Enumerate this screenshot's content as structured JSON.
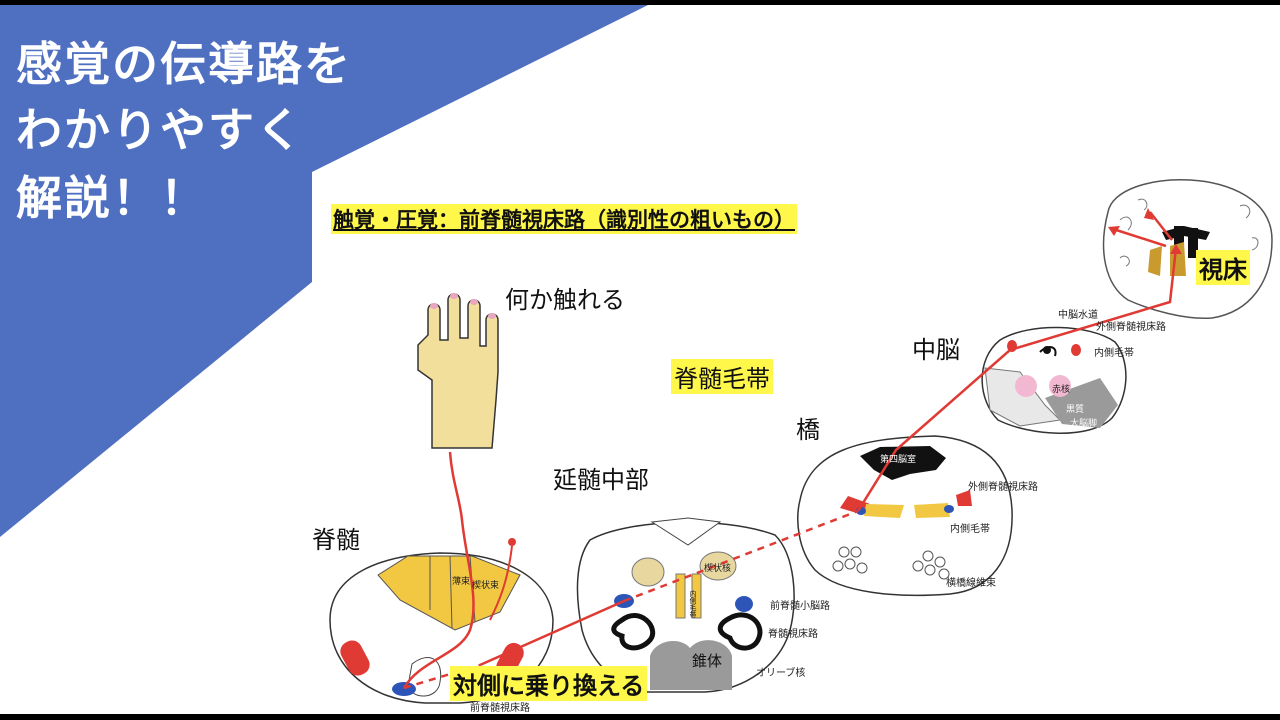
{
  "slide": {
    "title_lines": [
      "感覚の伝導路を",
      "わかりやすく",
      "解説！！"
    ],
    "heading": "触覚・圧覚：前脊髄視床路（識別性の粗いもの）"
  },
  "labels": {
    "touch": "何か触れる",
    "spinal_cord": "脊髄",
    "mid_medulla": "延髄中部",
    "spinal_lemniscus": "脊髄毛帯",
    "pons": "橋",
    "midbrain": "中脳",
    "thalamus": "視床",
    "crossover": "対側に乗り換える"
  },
  "section_labels": {
    "spinal": {
      "gracile": "薄束",
      "cuneate": "楔状束",
      "anterior_spinothalamic": "前脊髄視床路"
    },
    "medulla": {
      "nucleus": "楔状核",
      "medial_lemniscus": "内側毛帯",
      "ant_spinocerebellar": "前脊髄小脳路",
      "spinothalamic": "脊髄視床路",
      "pyramid": "錐体",
      "olive": "オリーブ核"
    },
    "pons": {
      "ventricle": "第四脳室",
      "lat_spinothalamic": "外側脊髄視床路",
      "medial_lemniscus": "内側毛帯",
      "pontine_fibers": "横橋線維束"
    },
    "midbrain": {
      "aqueduct": "中脳水道",
      "lat_spinothalamic": "外側脊髄視床路",
      "medial_lemniscus": "内側毛帯",
      "red_nucleus": "赤核",
      "substantia_nigra": "黒質",
      "cerebral_peduncle": "大脳脚"
    }
  },
  "colors": {
    "banner": "#4f6fc1",
    "pathway": "#e03a34",
    "highlight": "#fff84a",
    "tract_yellow": "#f2c842",
    "nucleus_tan": "#e8d8a0",
    "blue_tract": "#2d55b8",
    "gray": "#9a9a9a",
    "pink": "#f2b8d2",
    "skin": "#f3df9c"
  }
}
